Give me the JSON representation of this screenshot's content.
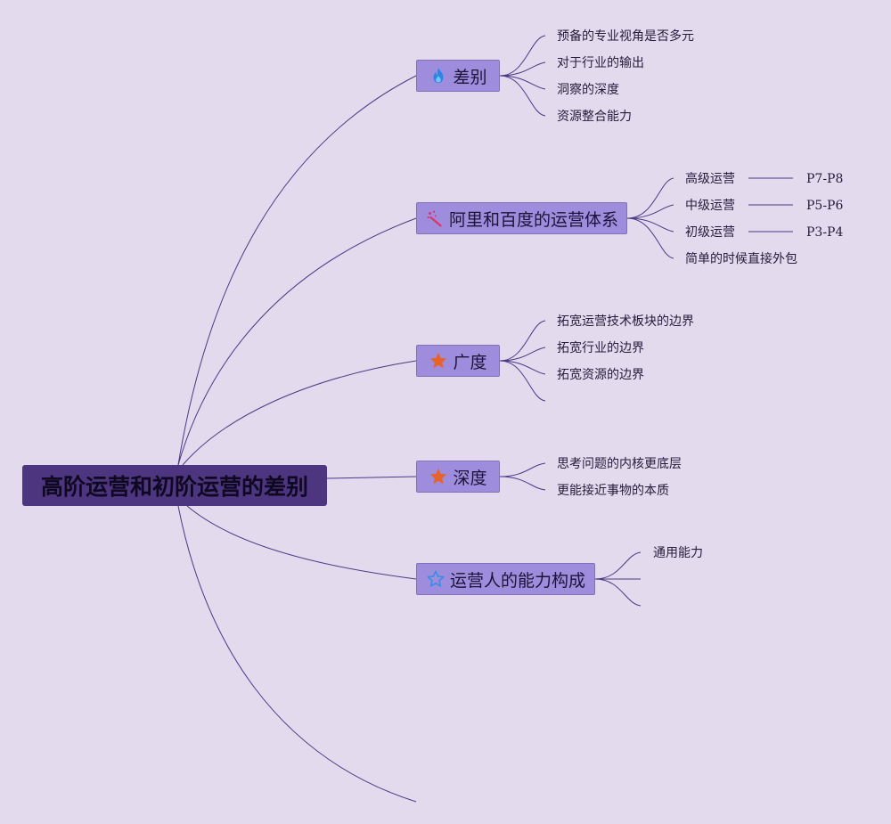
{
  "root": {
    "label": "高阶运营和初阶运营的差别"
  },
  "topics": [
    {
      "label": "差别",
      "icon": "flame-icon",
      "children": [
        "预备的专业视角是否多元",
        "对于行业的输出",
        "洞察的深度",
        "资源整合能力"
      ]
    },
    {
      "label": "阿里和百度的运营体系",
      "icon": "magic-wand-icon",
      "children": [
        "高级运营",
        "中级运营",
        "初级运营",
        "简单的时候直接外包"
      ],
      "tags": [
        "P7-P8",
        "P5-P6",
        "P3-P4"
      ]
    },
    {
      "label": "广度",
      "icon": "star-filled-icon",
      "children": [
        "拓宽运营技术板块的边界",
        "拓宽行业的边界",
        "拓宽资源的边界",
        ""
      ]
    },
    {
      "label": "深度",
      "icon": "star-filled-icon",
      "children": [
        "思考问题的内核更底层",
        "更能接近事物的本质"
      ]
    },
    {
      "label": "运营人的能力构成",
      "icon": "star-outline-icon",
      "children": [
        "通用能力",
        "",
        ""
      ]
    }
  ],
  "colors": {
    "background": "#e3daee",
    "line": "#4a3a86",
    "root": "#4d3580",
    "topic": "#9e8cdc",
    "flame": "#2a86e6",
    "wand": "#e0306a",
    "star": "#e8632a",
    "star_outline": "#3a8ee8"
  }
}
